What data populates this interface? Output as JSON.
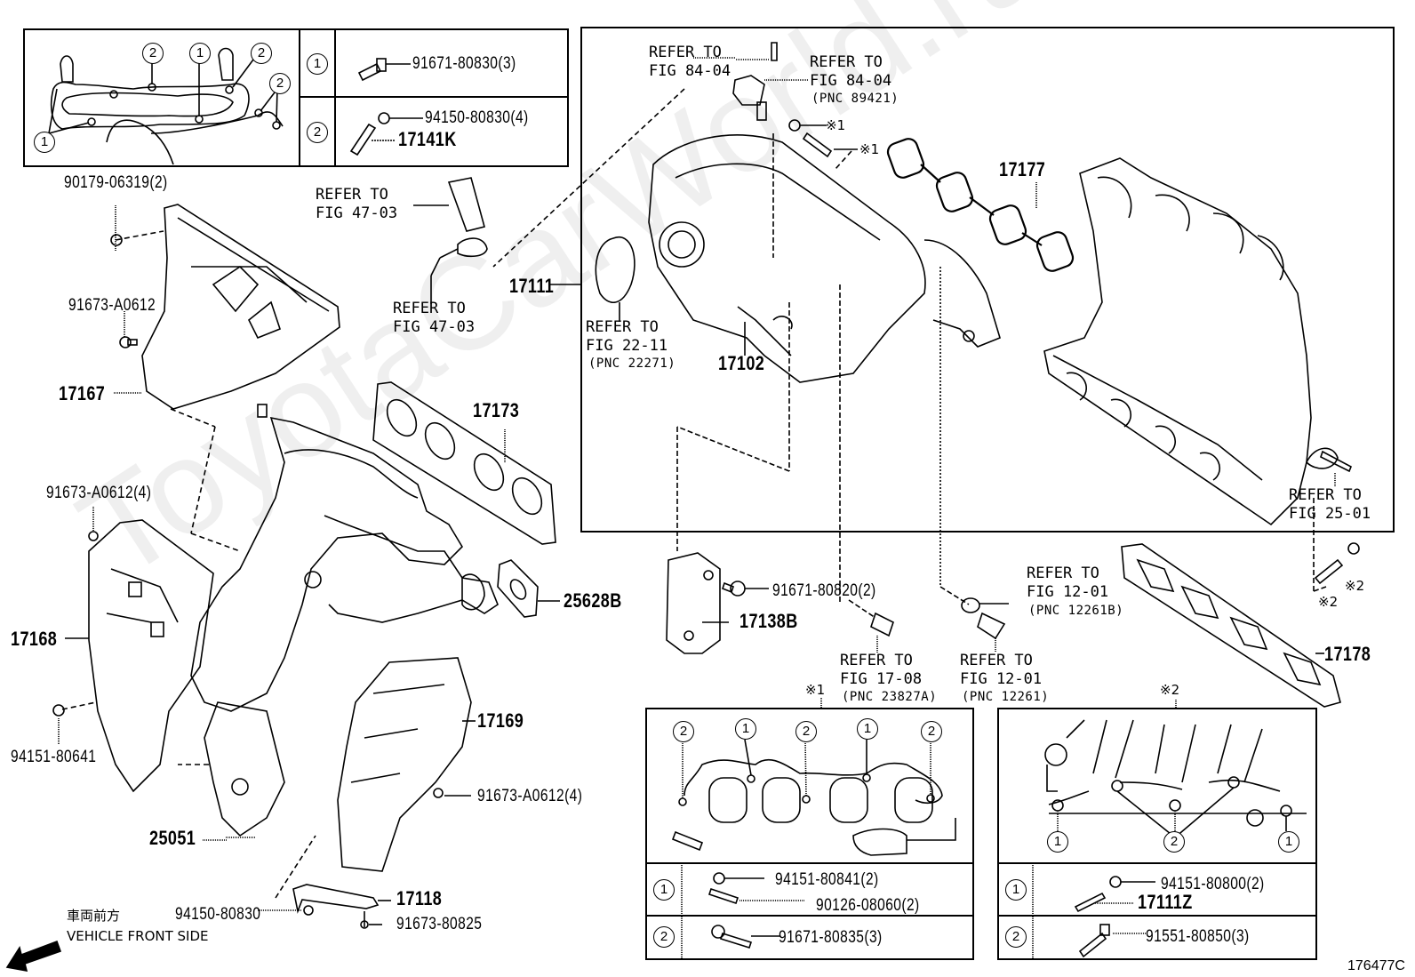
{
  "watermark": "ToyotaCarWorld.ru",
  "figure_number": "176477C",
  "vehicle_front": {
    "jp": "車両前方",
    "en": "VEHICLE FRONT SIDE"
  },
  "top_left_inset": {
    "rows": [
      {
        "index": "1",
        "parts": [
          "91671-80830(3)"
        ]
      },
      {
        "index": "2",
        "parts": [
          "94150-80830(4)",
          "17141K"
        ]
      }
    ],
    "callouts": [
      "2",
      "1",
      "2",
      "2",
      "1"
    ]
  },
  "part_labels": {
    "p90179": "90179-06319(2)",
    "p91673a": "91673-A0612",
    "p17167": "17167",
    "p17173": "17173",
    "p91673b": "91673-A0612(4)",
    "p17168": "17168",
    "p94151_80641": "94151-80641",
    "p25628b": "25628B",
    "p17169": "17169",
    "p91673c": "91673-A0612(4)",
    "p25051": "25051",
    "p17118": "17118",
    "p94150_80830": "94150-80830",
    "p91673_80825": "91673-80825",
    "p17111": "17111",
    "p17102": "17102",
    "p17177": "17177",
    "p17138b": "17138B",
    "p91671_80820": "91671-80820(2)",
    "p17178": "17178"
  },
  "references": {
    "r4703a": {
      "line1": "REFER TO",
      "line2": "FIG 47-03"
    },
    "r4703b": {
      "line1": "REFER TO",
      "line2": "FIG 47-03"
    },
    "r8404a": {
      "line1": "REFER TO",
      "line2": "FIG 84-04"
    },
    "r8404b": {
      "line1": "REFER TO",
      "line2": "FIG 84-04",
      "pnc": "(PNC 89421)"
    },
    "r2211": {
      "line1": "REFER TO",
      "line2": "FIG 22-11",
      "pnc": "(PNC 22271)"
    },
    "r2501": {
      "line1": "REFER TO",
      "line2": "FIG 25-01"
    },
    "r1201a": {
      "line1": "REFER TO",
      "line2": "FIG 12-01",
      "pnc": "(PNC 12261B)"
    },
    "r1708": {
      "line1": "REFER TO",
      "line2": "FIG 17-08",
      "pnc": "(PNC 23827A)"
    },
    "r1201b": {
      "line1": "REFER TO",
      "line2": "FIG 12-01",
      "pnc": "(PNC 12261)"
    }
  },
  "marks": {
    "m1a": "※1",
    "m1b": "※1",
    "m2a": "※2",
    "m2b": "※2"
  },
  "inset_note1": {
    "title": "※1",
    "callouts": [
      "2",
      "1",
      "2",
      "1",
      "2"
    ],
    "rows": [
      {
        "index": "1",
        "parts": [
          "94151-80841(2)",
          "90126-08060(2)"
        ]
      },
      {
        "index": "2",
        "parts": [
          "91671-80835(3)"
        ]
      }
    ]
  },
  "inset_note2": {
    "title": "※2",
    "callouts": [
      "1",
      "2",
      "1"
    ],
    "rows": [
      {
        "index": "1",
        "parts": [
          "94151-80800(2)",
          "17111Z"
        ]
      },
      {
        "index": "2",
        "parts": [
          "91551-80850(3)"
        ]
      }
    ]
  }
}
